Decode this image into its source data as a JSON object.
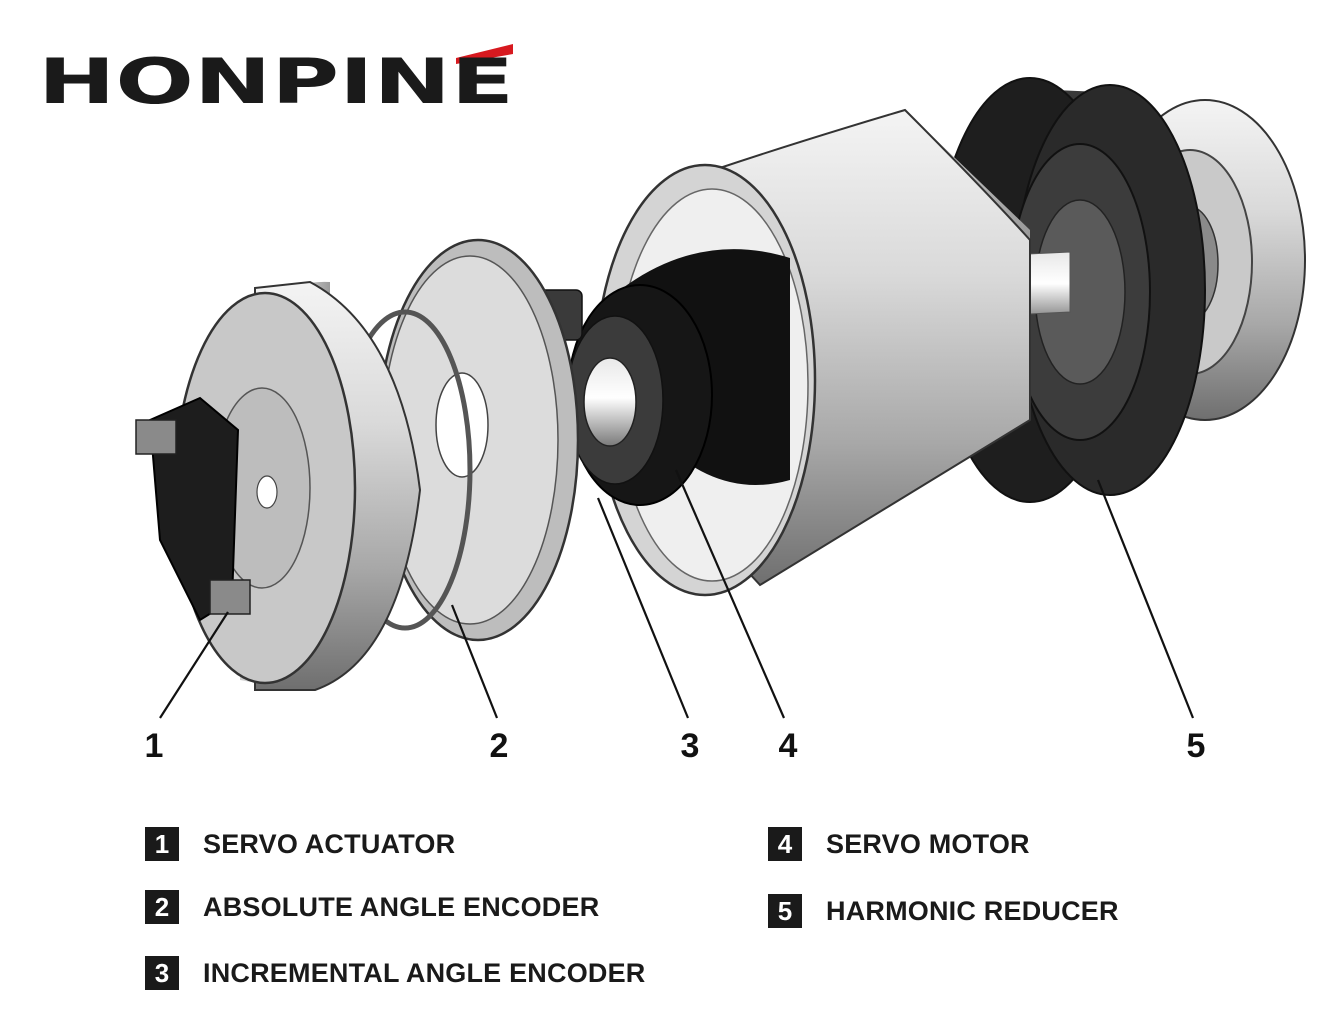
{
  "brand": {
    "name": "HONPINE",
    "text_color": "#1a1a1a",
    "accent_color": "#d7191f"
  },
  "callouts": [
    {
      "number": "1"
    },
    {
      "number": "2"
    },
    {
      "number": "3"
    },
    {
      "number": "4"
    },
    {
      "number": "5"
    }
  ],
  "legend": [
    {
      "number": "1",
      "label": "SERVO ACTUATOR"
    },
    {
      "number": "2",
      "label": "ABSOLUTE ANGLE ENCODER"
    },
    {
      "number": "3",
      "label": "INCREMENTAL ANGLE ENCODER"
    },
    {
      "number": "4",
      "label": "SERVO MOTOR"
    },
    {
      "number": "5",
      "label": "HARMONIC REDUCER"
    }
  ]
}
